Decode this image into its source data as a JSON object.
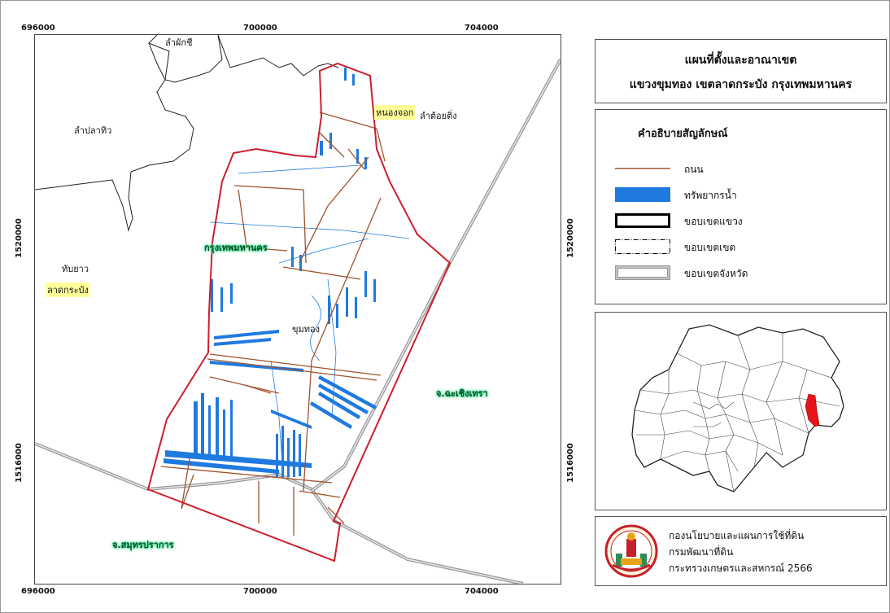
{
  "map": {
    "title_line1": "แผนที่ตั้งและอาณาเขต",
    "title_line2": "แขวงขุมทอง เขตลาดกระบัง กรุงเทพมหานคร",
    "top_x_ticks": [
      "696000",
      "700000",
      "704000"
    ],
    "bottom_x_ticks": [
      "696000",
      "700000",
      "704000"
    ],
    "left_y_ticks": [
      "1520000",
      "1516000"
    ],
    "right_y_ticks": [
      "1520000",
      "1516000"
    ],
    "labels": {
      "lam_phak_chi": "ลำผักชี",
      "lam_pla_thio": "ลำปลาทิว",
      "nong_chok": "หนองจอก",
      "lam_toi_ting": "ลำต้อยติ่ง",
      "bangkok": "กรุงเทพมหานคร",
      "thap_yao": "ทับยาว",
      "lat_krabang": "ลาดกระบัง",
      "khum_thong": "ขุมทอง",
      "chachoengsao": "จ.ฉะเชิงเทรา",
      "samut_prakan": "จ.สมุทรปราการ"
    }
  },
  "legend": {
    "title": "คำอธิบายสัญลักษณ์",
    "items": [
      {
        "label": "ถนน",
        "color": "#a0522d"
      },
      {
        "label": "ทรัพยากรน้ำ",
        "color": "#1f7ae0"
      },
      {
        "label": "ขอบเขตแขวง",
        "color": "#000000"
      },
      {
        "label": "ขอบเขตเขต",
        "color": "#000000"
      },
      {
        "label": "ขอบเขตจังหวัด",
        "color": "#9a9a9a"
      }
    ]
  },
  "colors": {
    "subdistrict_boundary": "#cc1f2d",
    "road": "#a0522d",
    "water": "#1f7ae0",
    "inset_highlight": "#e8141a",
    "label_highlight_yellow": "#ffff99",
    "label_glow_green": "#2fe08a"
  },
  "credit": {
    "line1": "กองนโยบายและแผนการใช้ที่ดิน",
    "line2": "กรมพัฒนาที่ดิน",
    "line3": "กระทรวงเกษตรและสหกรณ์ 2566",
    "seal_icon": "land-development-department-seal-icon"
  }
}
